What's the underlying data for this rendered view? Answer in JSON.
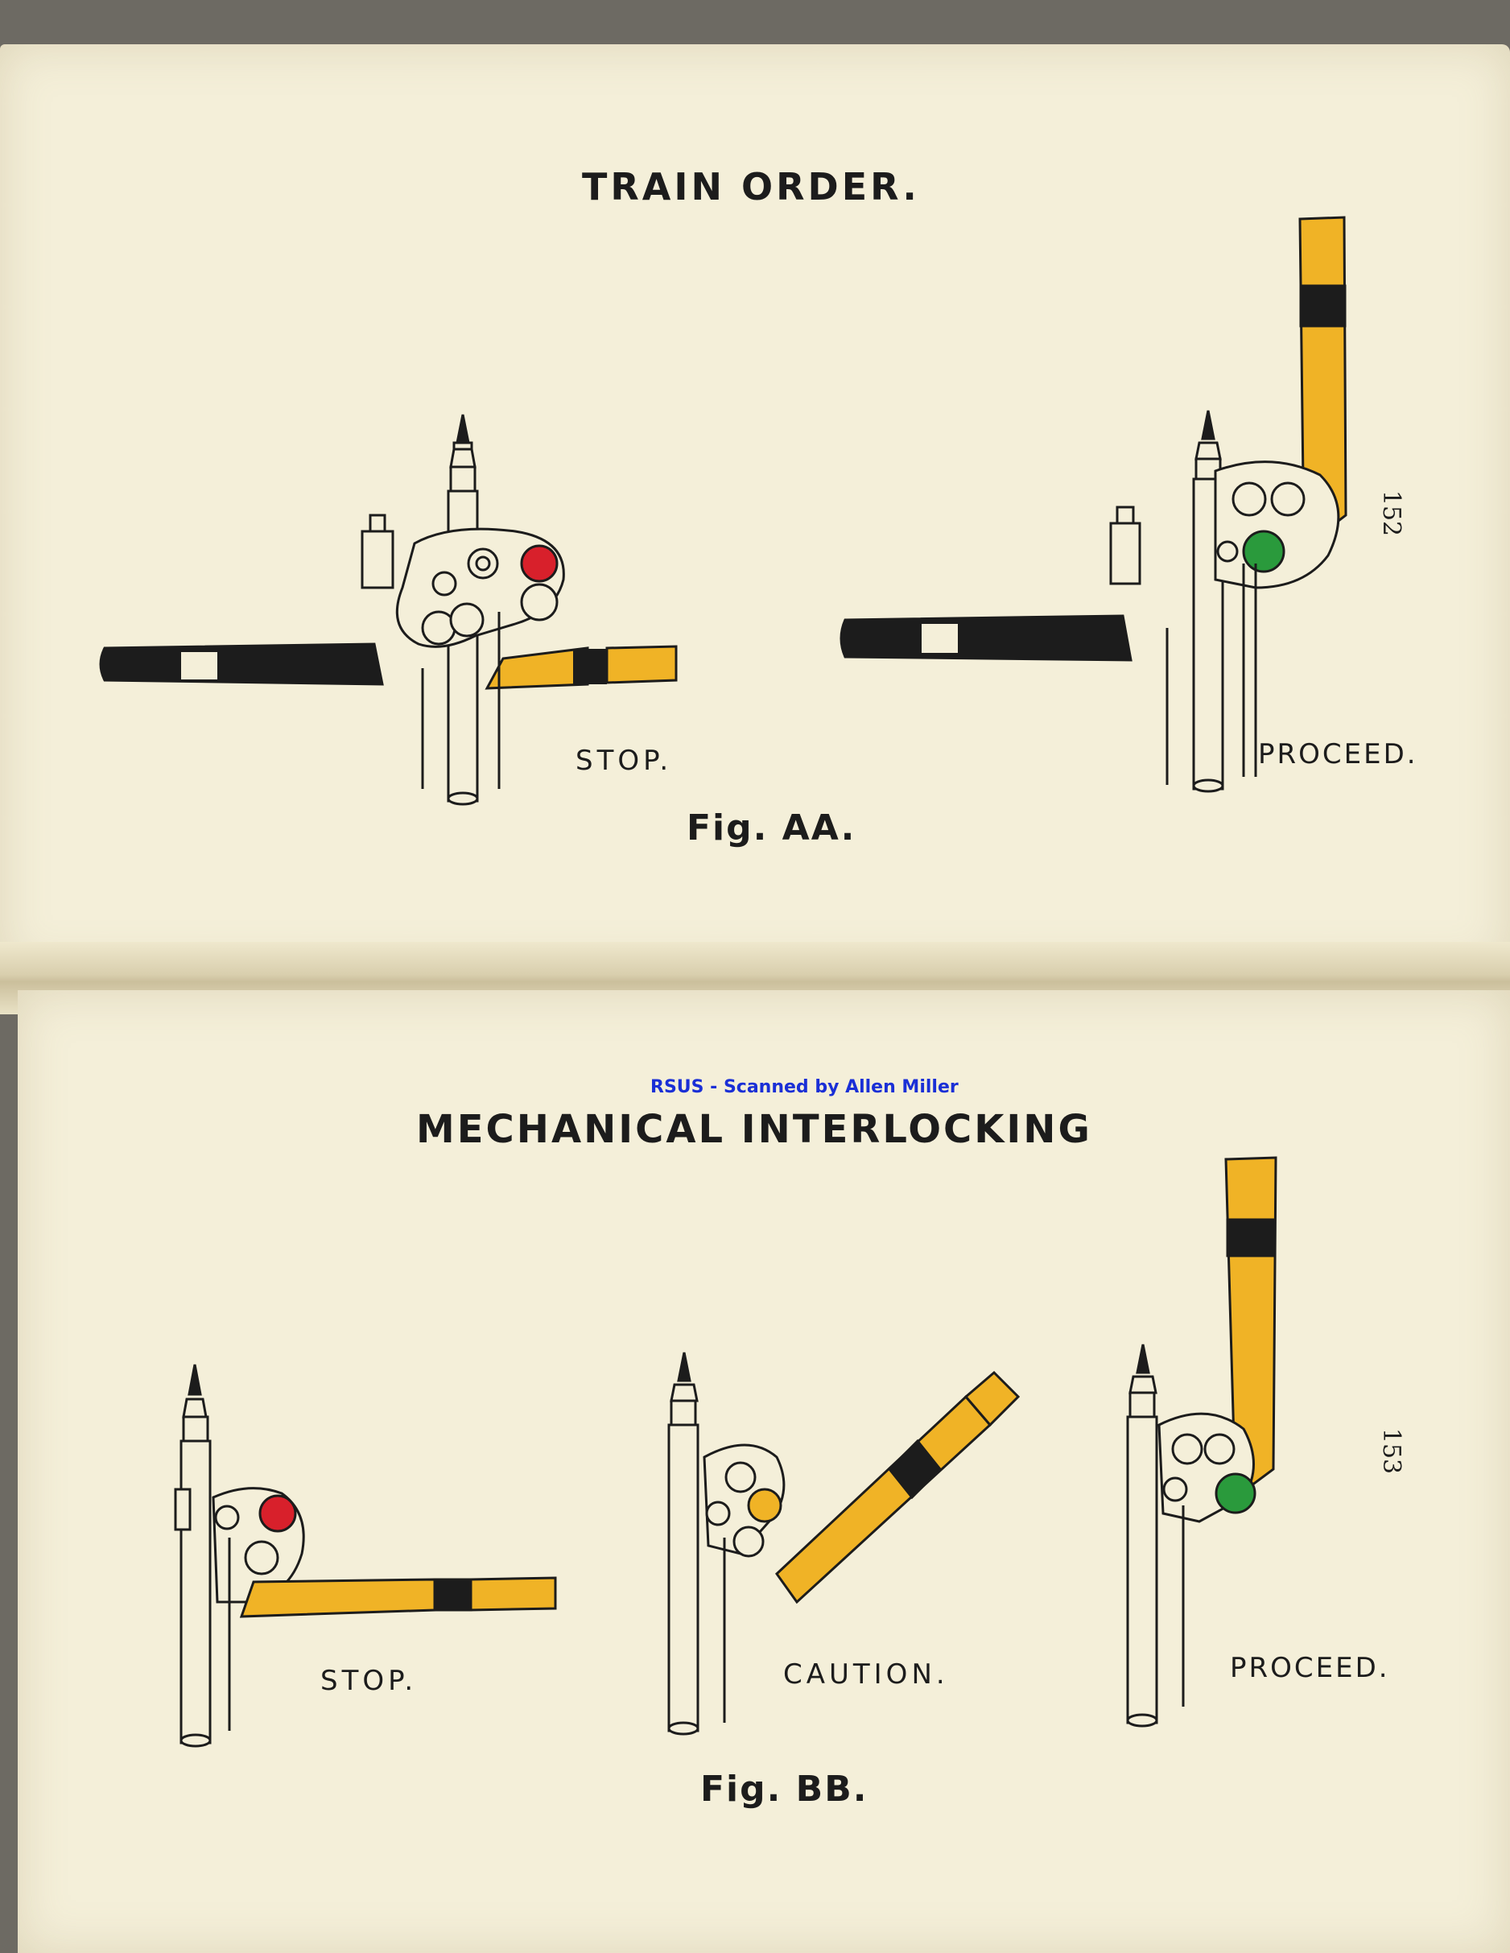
{
  "top_page": {
    "title": "TRAIN ORDER.",
    "page_number": "152",
    "figure_caption": "Fig. AA.",
    "signals": [
      {
        "label": "STOP.",
        "arm": "horizontal",
        "light": "red"
      },
      {
        "label": "PROCEED.",
        "arm": "vertical",
        "light": "green"
      }
    ]
  },
  "bottom_page": {
    "scan_credit": "RSUS - Scanned by Allen Miller",
    "title": "MECHANICAL INTERLOCKING",
    "page_number": "153",
    "figure_caption": "Fig. BB.",
    "signals": [
      {
        "label": "STOP.",
        "arm": "horizontal",
        "light": "red"
      },
      {
        "label": "CAUTION.",
        "arm": "diagonal",
        "light": "yellow"
      },
      {
        "label": "PROCEED.",
        "arm": "vertical",
        "light": "green"
      }
    ]
  },
  "colors": {
    "paper": "#f4efd9",
    "ink": "#1c1c1c",
    "arm_yellow": "#f0b326",
    "lamp_red": "#d8202b",
    "lamp_green": "#2a9a3c",
    "lamp_yellow": "#f0b326",
    "credit_blue": "#1a2fd6"
  }
}
